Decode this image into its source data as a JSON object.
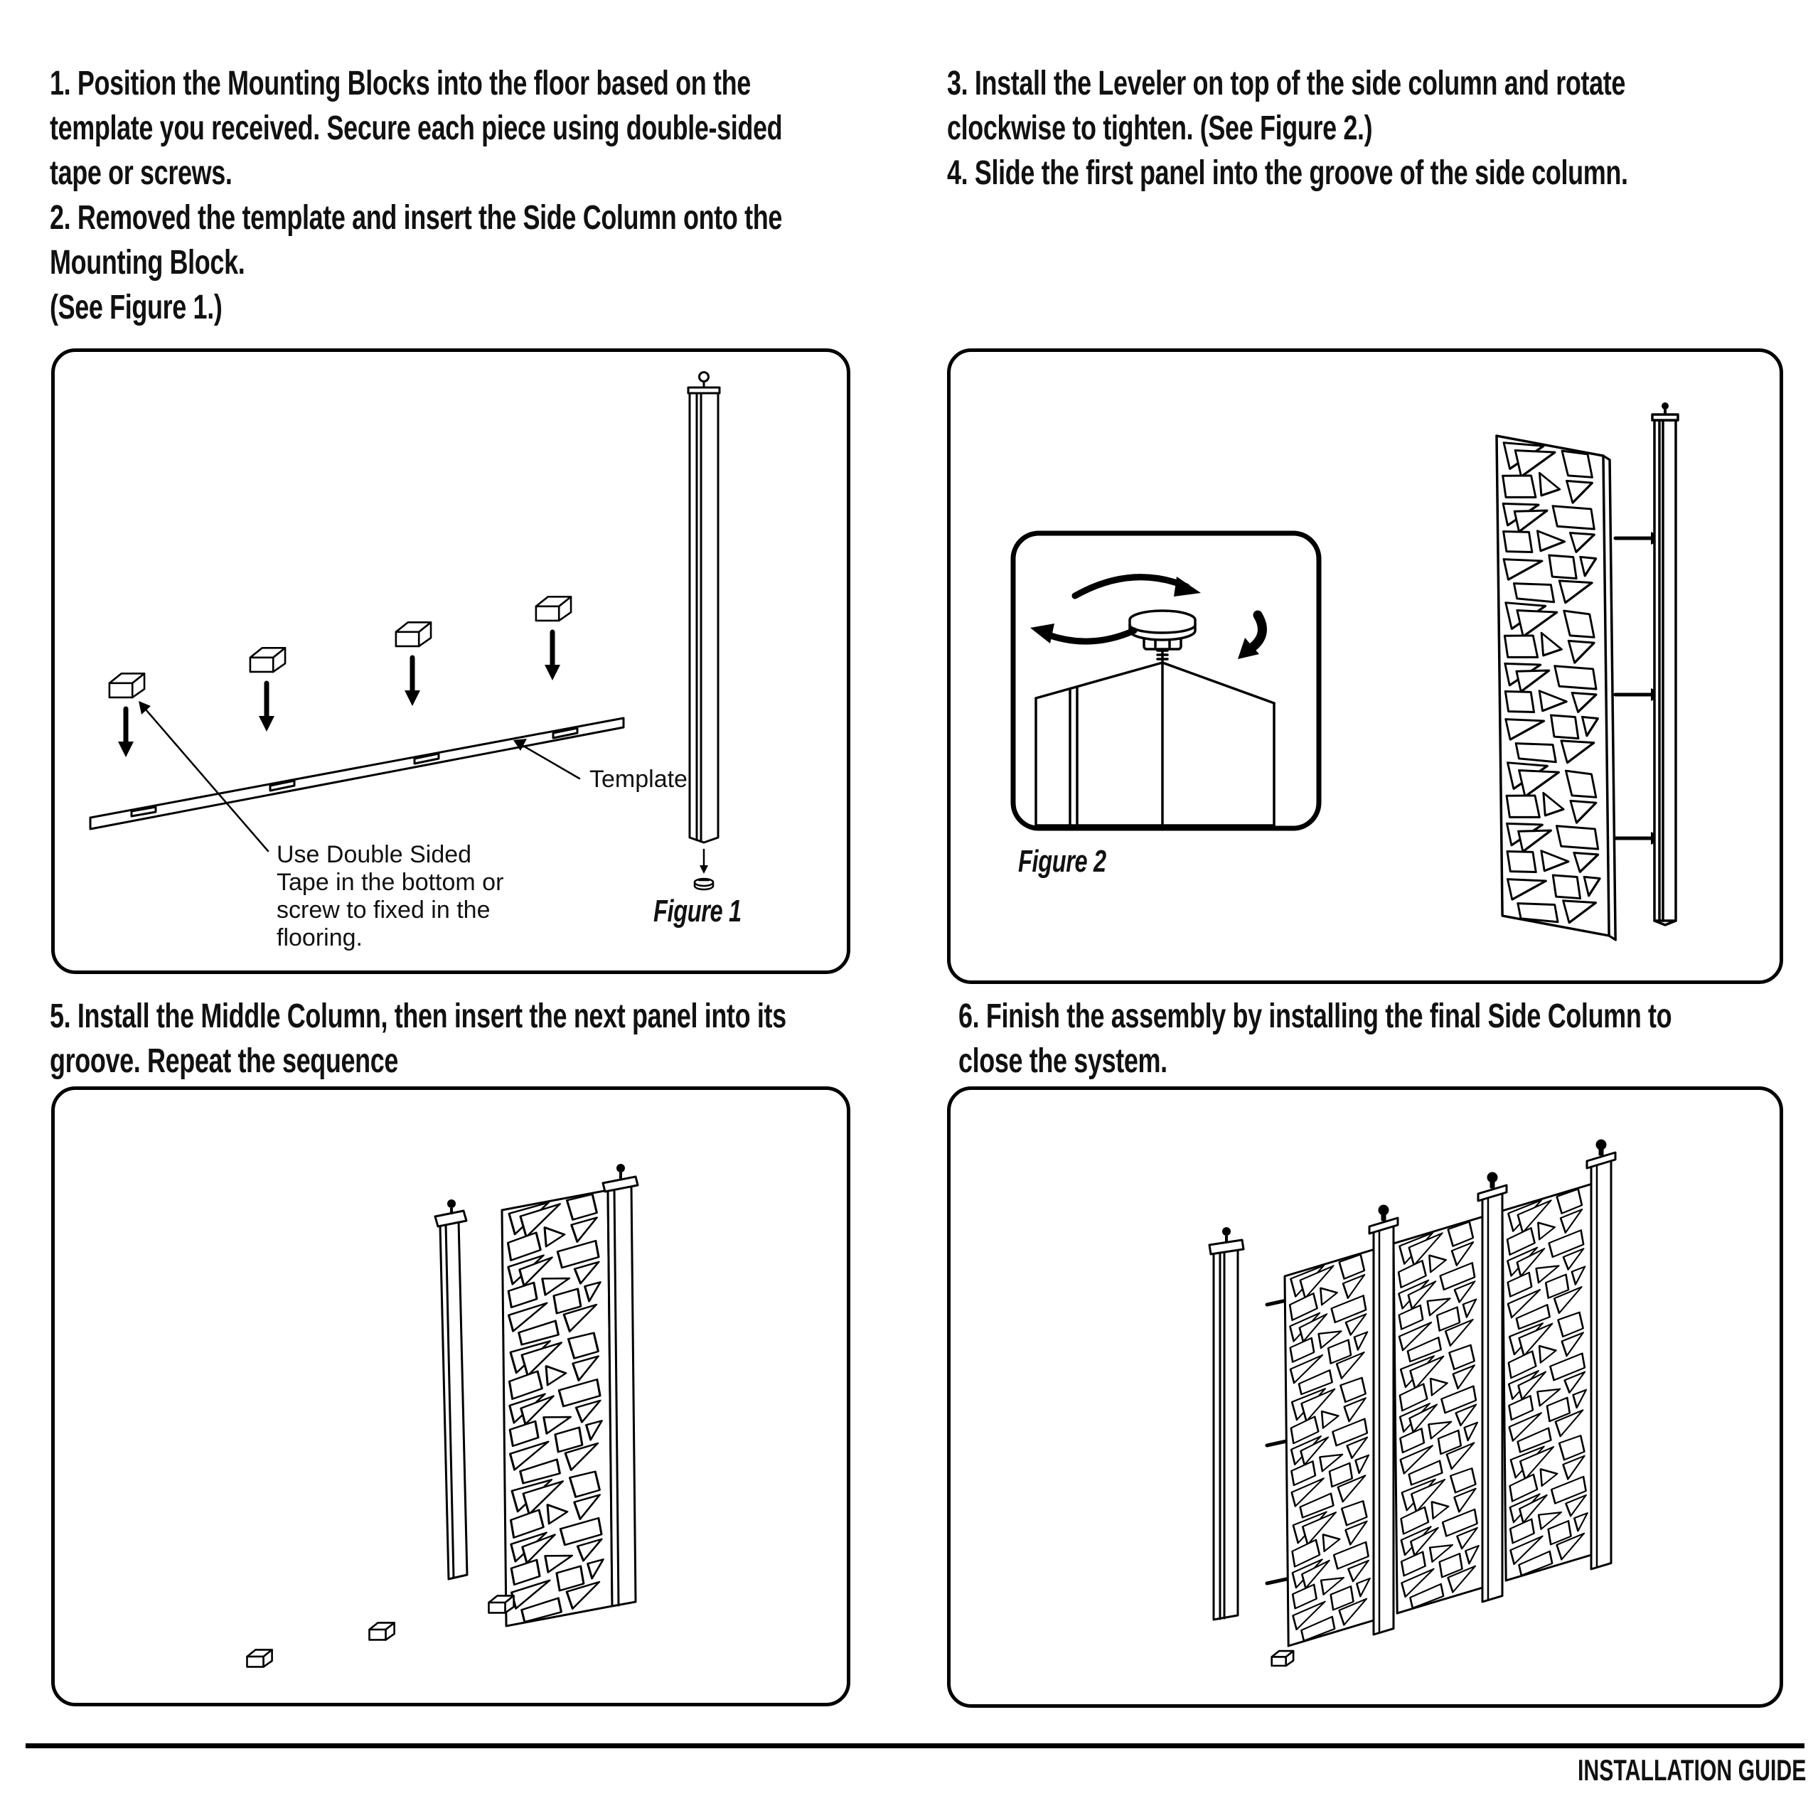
{
  "instructions": {
    "step12_lines": [
      "1. Position the Mounting Blocks into the floor based on the",
      "template you received. Secure each piece using double-sided",
      "tape or screws.",
      "2. Removed the template and insert the Side Column onto the",
      "Mounting Block.",
      "(See Figure 1.)"
    ],
    "step34_lines": [
      "3. Install the Leveler on top of the side column and rotate",
      "clockwise to tighten. (See Figure 2.)",
      "4. Slide the first panel into the groove of the side column."
    ],
    "step5_lines": [
      "5. Install the Middle Column, then insert the next panel into its",
      "groove. Repeat the sequence"
    ],
    "step6_lines": [
      "6. Finish the assembly by installing the final Side Column to",
      "close the system."
    ]
  },
  "figure1": {
    "caption": "Figure 1",
    "template_label": "Template",
    "tape_note_lines": [
      "Use Double Sided",
      "Tape in the bottom or",
      "screw to fixed in the",
      "flooring."
    ]
  },
  "figure2": {
    "caption": "Figure 2"
  },
  "footer": {
    "title": "INSTALLATION GUIDE"
  },
  "colors": {
    "ink": "#000000",
    "paper": "#ffffff"
  }
}
